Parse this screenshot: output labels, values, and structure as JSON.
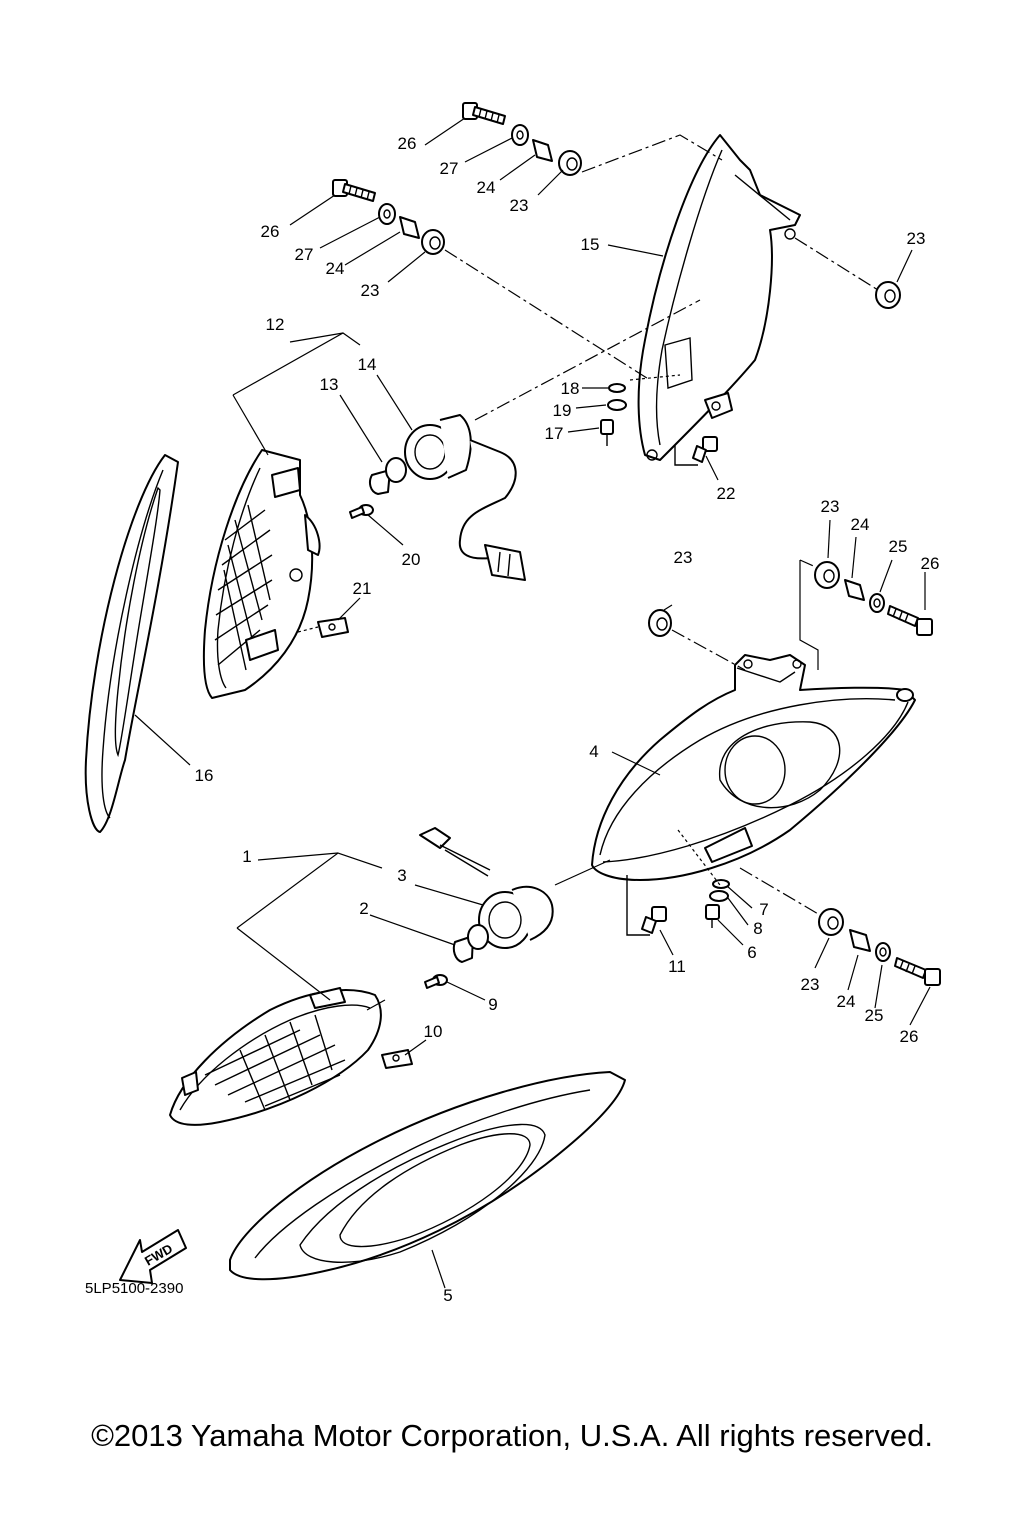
{
  "diagram": {
    "drawing_code": "5LP5100-2390",
    "direction_label": "FWD",
    "callouts": [
      {
        "id": "c1",
        "label": "1"
      },
      {
        "id": "c2",
        "label": "2"
      },
      {
        "id": "c3",
        "label": "3"
      },
      {
        "id": "c4",
        "label": "4"
      },
      {
        "id": "c5",
        "label": "5"
      },
      {
        "id": "c6",
        "label": "6"
      },
      {
        "id": "c7",
        "label": "7"
      },
      {
        "id": "c8",
        "label": "8"
      },
      {
        "id": "c9",
        "label": "9"
      },
      {
        "id": "c10",
        "label": "10"
      },
      {
        "id": "c11",
        "label": "11"
      },
      {
        "id": "c12",
        "label": "12"
      },
      {
        "id": "c13",
        "label": "13"
      },
      {
        "id": "c14",
        "label": "14"
      },
      {
        "id": "c15",
        "label": "15"
      },
      {
        "id": "c16",
        "label": "16"
      },
      {
        "id": "c17",
        "label": "17"
      },
      {
        "id": "c18",
        "label": "18"
      },
      {
        "id": "c19",
        "label": "19"
      },
      {
        "id": "c20",
        "label": "20"
      },
      {
        "id": "c21",
        "label": "21"
      },
      {
        "id": "c22",
        "label": "22"
      },
      {
        "id": "c23a",
        "label": "23"
      },
      {
        "id": "c23b",
        "label": "23"
      },
      {
        "id": "c23c",
        "label": "23"
      },
      {
        "id": "c23d",
        "label": "23"
      },
      {
        "id": "c23e",
        "label": "23"
      },
      {
        "id": "c23f",
        "label": "23"
      },
      {
        "id": "c24a",
        "label": "24"
      },
      {
        "id": "c24b",
        "label": "24"
      },
      {
        "id": "c24c",
        "label": "24"
      },
      {
        "id": "c24d",
        "label": "24"
      },
      {
        "id": "c25a",
        "label": "25"
      },
      {
        "id": "c25b",
        "label": "25"
      },
      {
        "id": "c26a",
        "label": "26"
      },
      {
        "id": "c26b",
        "label": "26"
      },
      {
        "id": "c26c",
        "label": "26"
      },
      {
        "id": "c26d",
        "label": "26"
      },
      {
        "id": "c27a",
        "label": "27"
      },
      {
        "id": "c27b",
        "label": "27"
      }
    ]
  },
  "footer": {
    "copyright": "©2013 Yamaha Motor Corporation, U.S.A. All rights reserved."
  }
}
